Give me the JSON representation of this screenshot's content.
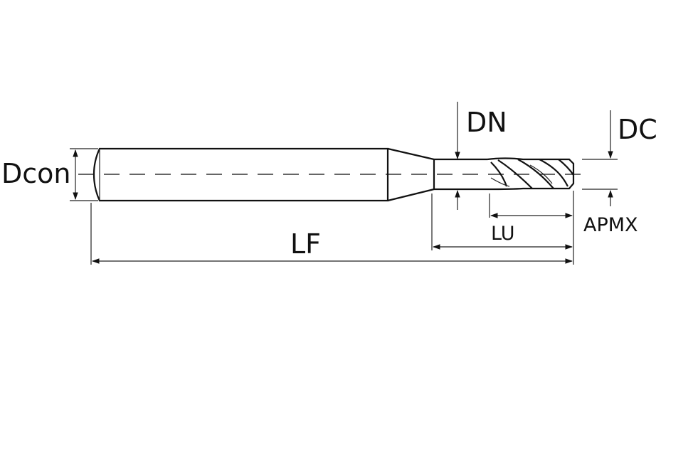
{
  "labels": {
    "dcon": "Dcon",
    "dn": "DN",
    "dc": "DC",
    "apmx": "APMX",
    "lu": "LU",
    "lf": "LF"
  },
  "colors": {
    "line": "#111111",
    "background": "#ffffff"
  }
}
